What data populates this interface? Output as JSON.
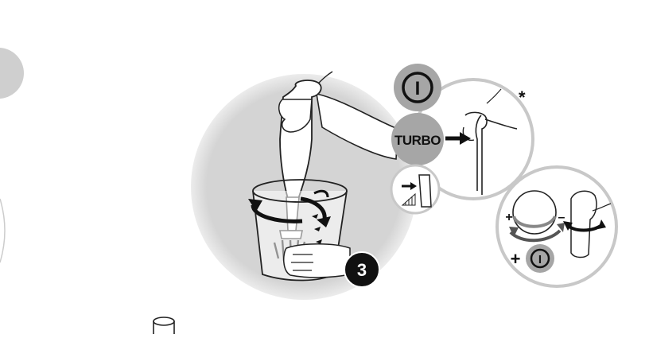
{
  "diagram": {
    "step_number": "3",
    "power_symbol_label": "I",
    "turbo_label": "TURBO",
    "footnote_marker": "*",
    "speed_plus_symbol": "+",
    "speed_minus_symbol": "–",
    "combo_plus_symbol": "+",
    "combo_power_label": "I"
  },
  "colors": {
    "circle_gray": "#d4d4d4",
    "button_gray": "#a6a6a6",
    "badge_black": "#111111",
    "outline": "#222222",
    "background": "#ffffff"
  },
  "icons": [
    "hand-blender-icon",
    "power-icon",
    "turbo-button-icon",
    "speed-dial-icon",
    "beaker-icon",
    "cylinder-icon"
  ]
}
